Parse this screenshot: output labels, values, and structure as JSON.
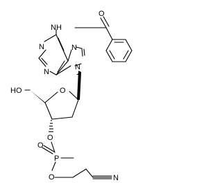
{
  "molecule": {
    "atom_labels": {
      "nh": "NH",
      "o_carbonyl": "O",
      "n1": "N",
      "n3": "N",
      "n7": "N",
      "n9": "N",
      "o_ring": "O",
      "ho": "HO",
      "o3": "O",
      "p": "P",
      "o_p_double": "O",
      "o_ester": "O",
      "cn_n": "N"
    }
  }
}
